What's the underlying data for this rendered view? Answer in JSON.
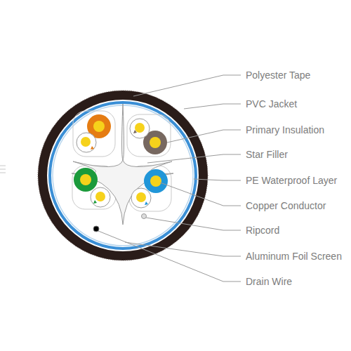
{
  "diagram": {
    "labels": [
      "Polyester Tape",
      "PVC Jacket",
      "Primary Insulation",
      "Star Filler",
      "PE Waterproof Layer",
      "Copper Conductor",
      "Ripcord",
      "Aluminum Foil Screen",
      "Drain Wire"
    ]
  }
}
